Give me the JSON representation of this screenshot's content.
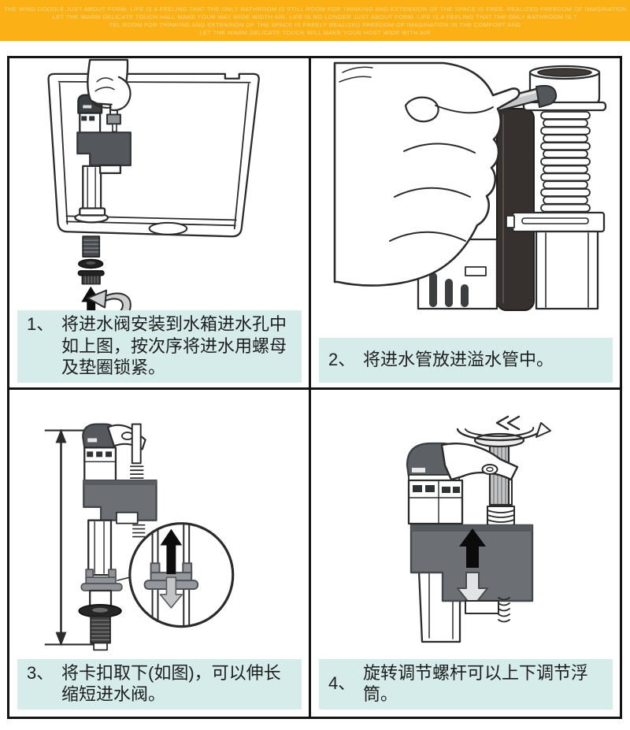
{
  "banner": {
    "bg_color": "#FBB116",
    "lines": [
      "THE WIND DOODLE JUST ABOUT FORM, LIFE IS A FEELING THAT THE ONLY BATHROOM IS STILL ROOM FOR THINKING AND EXTENSION OF THE SPACE IS FREE, REALIZED FREEDOM OF IMAGINATION IN THE COMFORT AND",
      "LET THE WARM DELICATE TOUCH HALL MAKE YOUR WAY WIDE WIDTH AIR, LIFE IS NO LONGER JUST ABOUT FORM, LIFE IS A FEELING THAT THE ONLY BATHROOM IS T",
      "TEL ROOM FOR THINKING AND EXTENSION OF THE SPACE IS FREELY REALIZED FREEDOM OF IMAGINATION IN THE COMFORT AND",
      "LET THE WARM DELICATE TOUCH WILL MAKE YOUR HOST WIDE WITH AIR"
    ]
  },
  "steps": [
    {
      "number": "1、",
      "caption": "将进水阀安装到水箱进水孔中如上图，按次序将进水用螺母及垫圈锁紧。",
      "diagram": "fill-valve-installed-in-tank-with-nut-washer-and-tighten-arrow"
    },
    {
      "number": "2、",
      "caption": "将进水管放进溢水管中。",
      "diagram": "hand-putting-inlet-hose-into-overflow-tube"
    },
    {
      "number": "3、",
      "caption": "将卡扣取下(如图)，可以伸长缩短进水阀。",
      "diagram": "valve-height-range-with-magnified-clip-detail"
    },
    {
      "number": "4、",
      "caption": "旋转调节螺杆可以上下调节浮筒。",
      "diagram": "rotate-adjust-screw-to-move-float-up-down"
    }
  ],
  "colors": {
    "banner_bg": "#FBB116",
    "caption_bg": "#D5ECEA",
    "grid_border": "#141414",
    "line": "#2B2B2B",
    "dark_part": "#36312E",
    "float_gray": "#6C6F73",
    "clip_gray": "#94979B",
    "hose_gray": "#C5C7C8",
    "arrow_black": "#0D0D0D"
  }
}
